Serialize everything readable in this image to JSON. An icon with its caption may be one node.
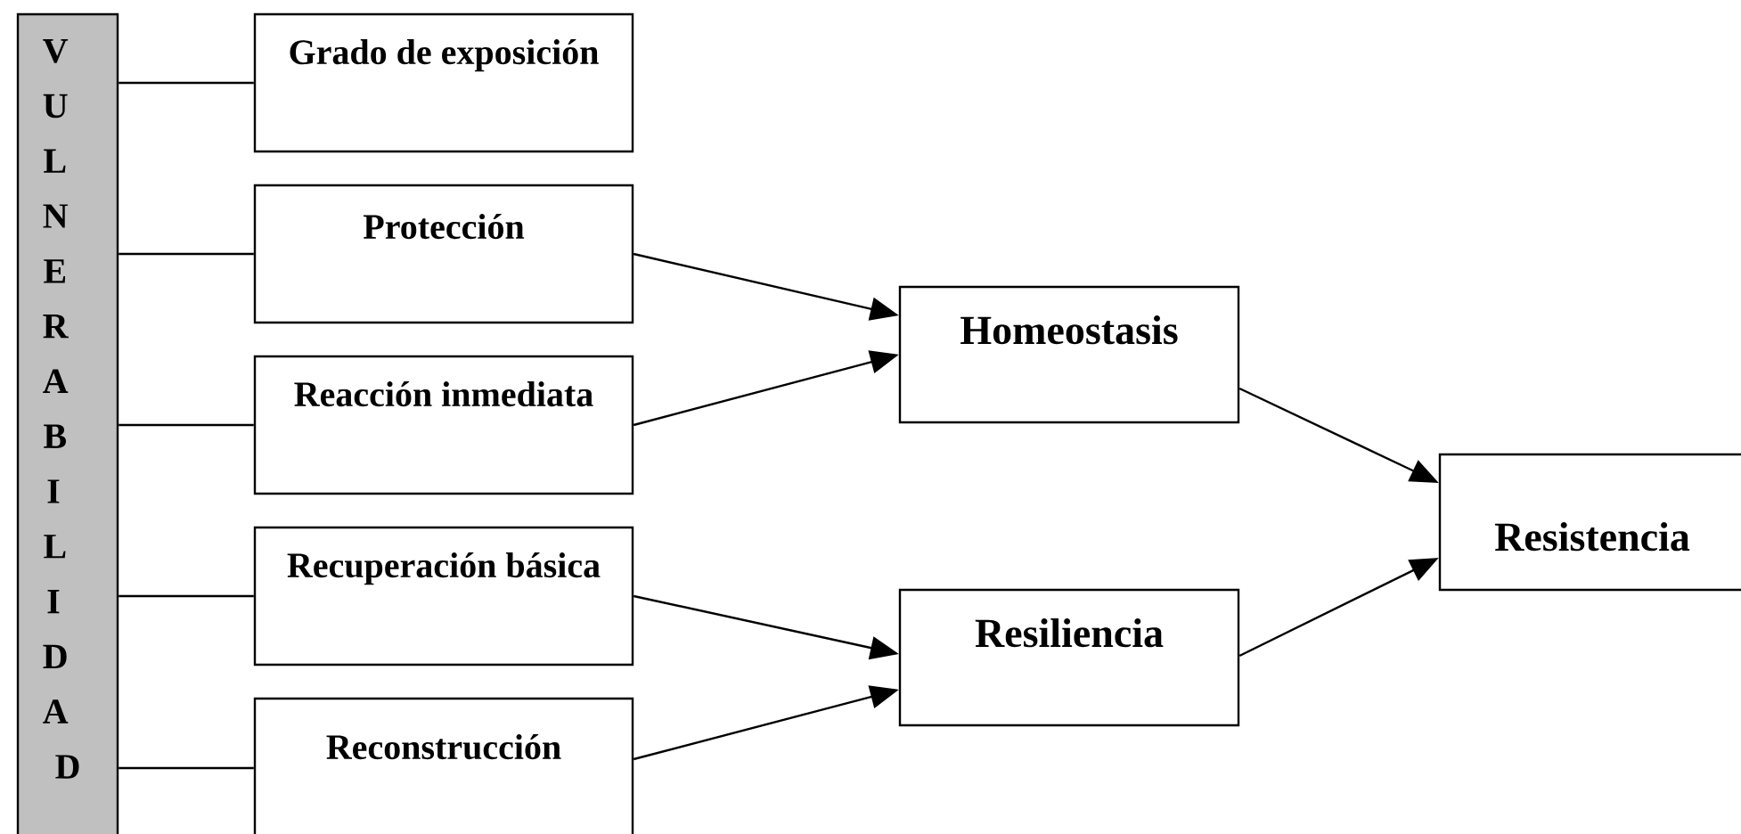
{
  "diagram": {
    "nodes": [
      {
        "text": [
          "VULNERABILIDAD"
        ]
      },
      {
        "text": [
          "Grado de exposición"
        ]
      },
      {
        "text": [
          "Protección"
        ]
      },
      {
        "text": [
          "Reacción inmediata"
        ]
      },
      {
        "text": [
          "Recuperación básica"
        ]
      },
      {
        "text": [
          "Reconstrucción"
        ]
      },
      {
        "text": [
          "Homeostasis"
        ]
      },
      {
        "text": [
          "Resiliencia"
        ]
      },
      {
        "text": [
          "Resistencia"
        ]
      }
    ],
    "edges": [
      {
        "from": 0,
        "to": 1,
        "arrow": "none"
      },
      {
        "from": 0,
        "to": 2,
        "arrow": "none"
      },
      {
        "from": 0,
        "to": 3,
        "arrow": "none"
      },
      {
        "from": 0,
        "to": 4,
        "arrow": "none"
      },
      {
        "from": 0,
        "to": 5,
        "arrow": "none"
      },
      {
        "from": 2,
        "to": 6,
        "arrow": "to"
      },
      {
        "from": 3,
        "to": 6,
        "arrow": "to"
      },
      {
        "from": 4,
        "to": 7,
        "arrow": "to"
      },
      {
        "from": 5,
        "to": 7,
        "arrow": "to"
      },
      {
        "from": 6,
        "to": 8,
        "arrow": "to"
      },
      {
        "from": 7,
        "to": 8,
        "arrow": "to"
      }
    ]
  }
}
